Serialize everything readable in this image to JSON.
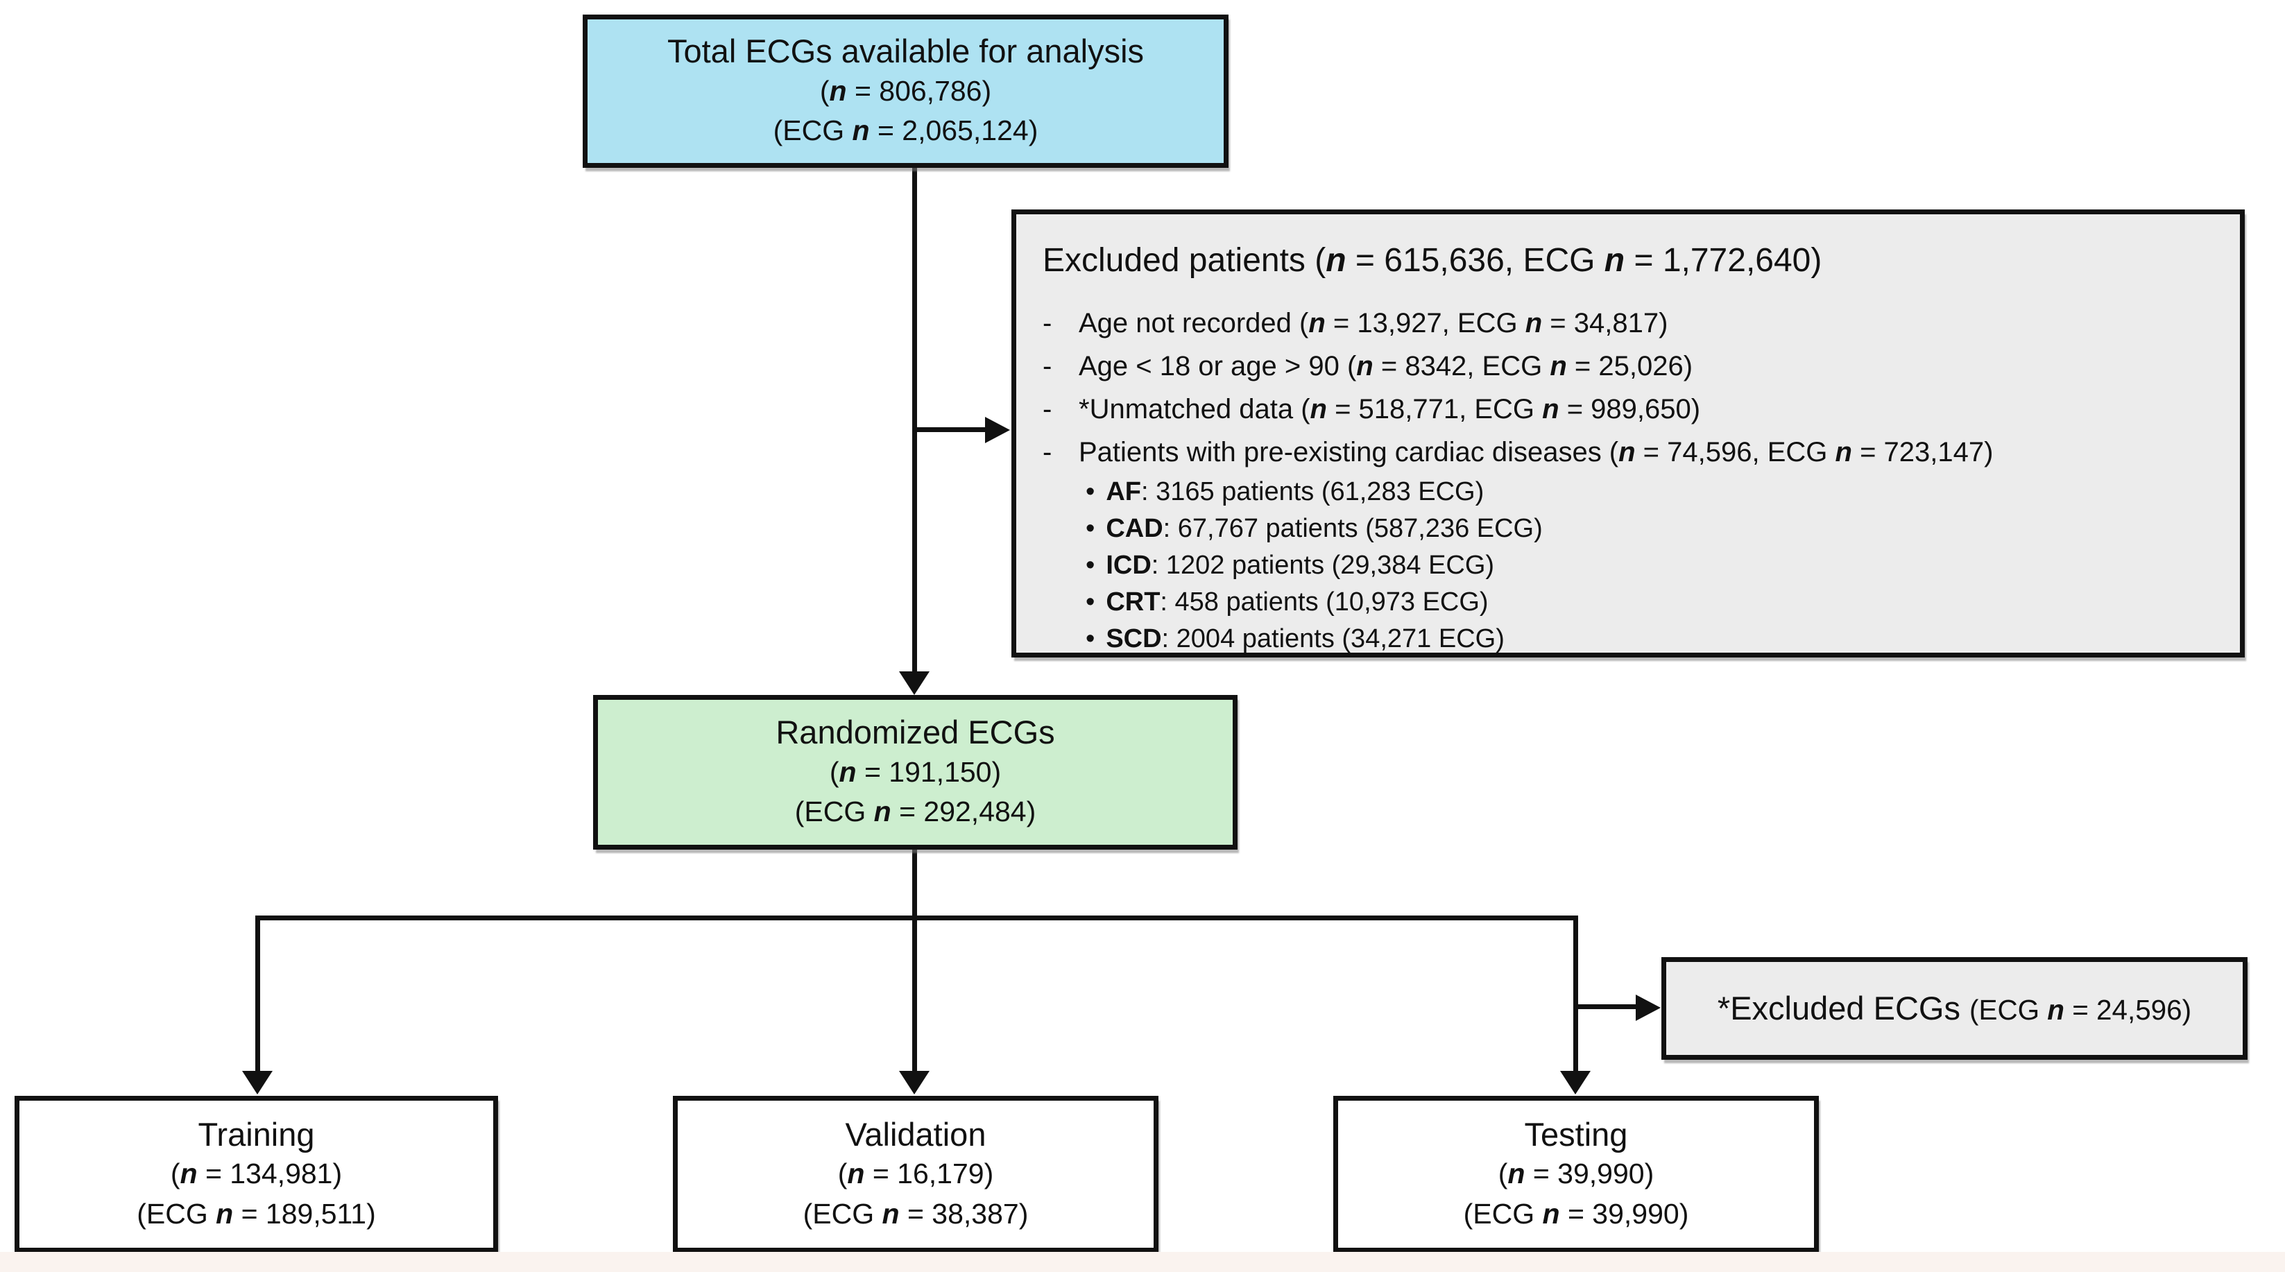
{
  "diagram": {
    "background": "#ffffff",
    "footer_strip_color": "#faf3ef",
    "line_color": "#111111",
    "markers": {
      "dash": "-",
      "bullet": "•"
    },
    "boxes": {
      "total": {
        "fill": "#aee2f2",
        "title": "Total ECGs available for analysis",
        "stats": [
          [
            [
              "t",
              "("
            ],
            [
              "n",
              "n"
            ],
            [
              "t",
              " = 806,786)"
            ]
          ],
          [
            [
              "t",
              "(ECG "
            ],
            [
              "n",
              "n"
            ],
            [
              "t",
              " = 2,065,124)"
            ]
          ]
        ]
      },
      "excluded_patients": {
        "fill": "#ececec",
        "header": [
          [
            "t",
            "Excluded patients ("
          ],
          [
            "n",
            "n"
          ],
          [
            "t",
            " = 615,636, ECG "
          ],
          [
            "n",
            "n"
          ],
          [
            "t",
            " = 1,772,640)"
          ]
        ],
        "items": [
          [
            [
              "t",
              "Age not recorded ("
            ],
            [
              "n",
              "n"
            ],
            [
              "t",
              " = 13,927, ECG "
            ],
            [
              "n",
              "n"
            ],
            [
              "t",
              " = 34,817)"
            ]
          ],
          [
            [
              "t",
              "Age < 18 or age > 90 ("
            ],
            [
              "n",
              "n"
            ],
            [
              "t",
              " = 8342, ECG "
            ],
            [
              "n",
              "n"
            ],
            [
              "t",
              " = 25,026)"
            ]
          ],
          [
            [
              "t",
              "*Unmatched data ("
            ],
            [
              "n",
              "n"
            ],
            [
              "t",
              " = 518,771, ECG "
            ],
            [
              "n",
              "n"
            ],
            [
              "t",
              " = 989,650)"
            ]
          ],
          [
            [
              "t",
              "Patients with pre-existing cardiac diseases ("
            ],
            [
              "n",
              "n"
            ],
            [
              "t",
              " = 74,596, ECG "
            ],
            [
              "n",
              "n"
            ],
            [
              "t",
              " = 723,147)"
            ]
          ]
        ],
        "sub_items": [
          [
            [
              "b",
              "AF"
            ],
            [
              "t",
              ": 3165 patients (61,283 ECG)"
            ]
          ],
          [
            [
              "b",
              "CAD"
            ],
            [
              "t",
              ": 67,767 patients (587,236 ECG)"
            ]
          ],
          [
            [
              "b",
              "ICD"
            ],
            [
              "t",
              ": 1202 patients (29,384 ECG)"
            ]
          ],
          [
            [
              "b",
              "CRT"
            ],
            [
              "t",
              ": 458 patients (10,973 ECG)"
            ]
          ],
          [
            [
              "b",
              "SCD"
            ],
            [
              "t",
              ": 2004 patients (34,271 ECG)"
            ]
          ]
        ]
      },
      "randomized": {
        "fill": "#cdeecf",
        "title": "Randomized ECGs",
        "stats": [
          [
            [
              "t",
              "("
            ],
            [
              "n",
              "n"
            ],
            [
              "t",
              " = 191,150)"
            ]
          ],
          [
            [
              "t",
              "(ECG "
            ],
            [
              "n",
              "n"
            ],
            [
              "t",
              " = 292,484)"
            ]
          ]
        ]
      },
      "excluded_ecgs": {
        "fill": "#ececec",
        "label": [
          [
            "t",
            "*Excluded ECGs "
          ],
          [
            "p",
            "(ECG "
          ],
          [
            "np",
            "n"
          ],
          [
            "p",
            " = 24,596)"
          ]
        ]
      },
      "training": {
        "fill": "#ffffff",
        "title": "Training",
        "stats": [
          [
            [
              "t",
              "("
            ],
            [
              "n",
              "n"
            ],
            [
              "t",
              " = 134,981)"
            ]
          ],
          [
            [
              "t",
              "(ECG "
            ],
            [
              "n",
              "n"
            ],
            [
              "t",
              " = 189,511)"
            ]
          ]
        ]
      },
      "validation": {
        "fill": "#ffffff",
        "title": "Validation",
        "stats": [
          [
            [
              "t",
              "("
            ],
            [
              "n",
              "n"
            ],
            [
              "t",
              " = 16,179)"
            ]
          ],
          [
            [
              "t",
              "(ECG "
            ],
            [
              "n",
              "n"
            ],
            [
              "t",
              " = 38,387)"
            ]
          ]
        ]
      },
      "testing": {
        "fill": "#ffffff",
        "title": "Testing",
        "stats": [
          [
            [
              "t",
              "("
            ],
            [
              "n",
              "n"
            ],
            [
              "t",
              " = 39,990)"
            ]
          ],
          [
            [
              "t",
              "(ECG "
            ],
            [
              "n",
              "n"
            ],
            [
              "t",
              " = 39,990)"
            ]
          ]
        ]
      }
    }
  }
}
